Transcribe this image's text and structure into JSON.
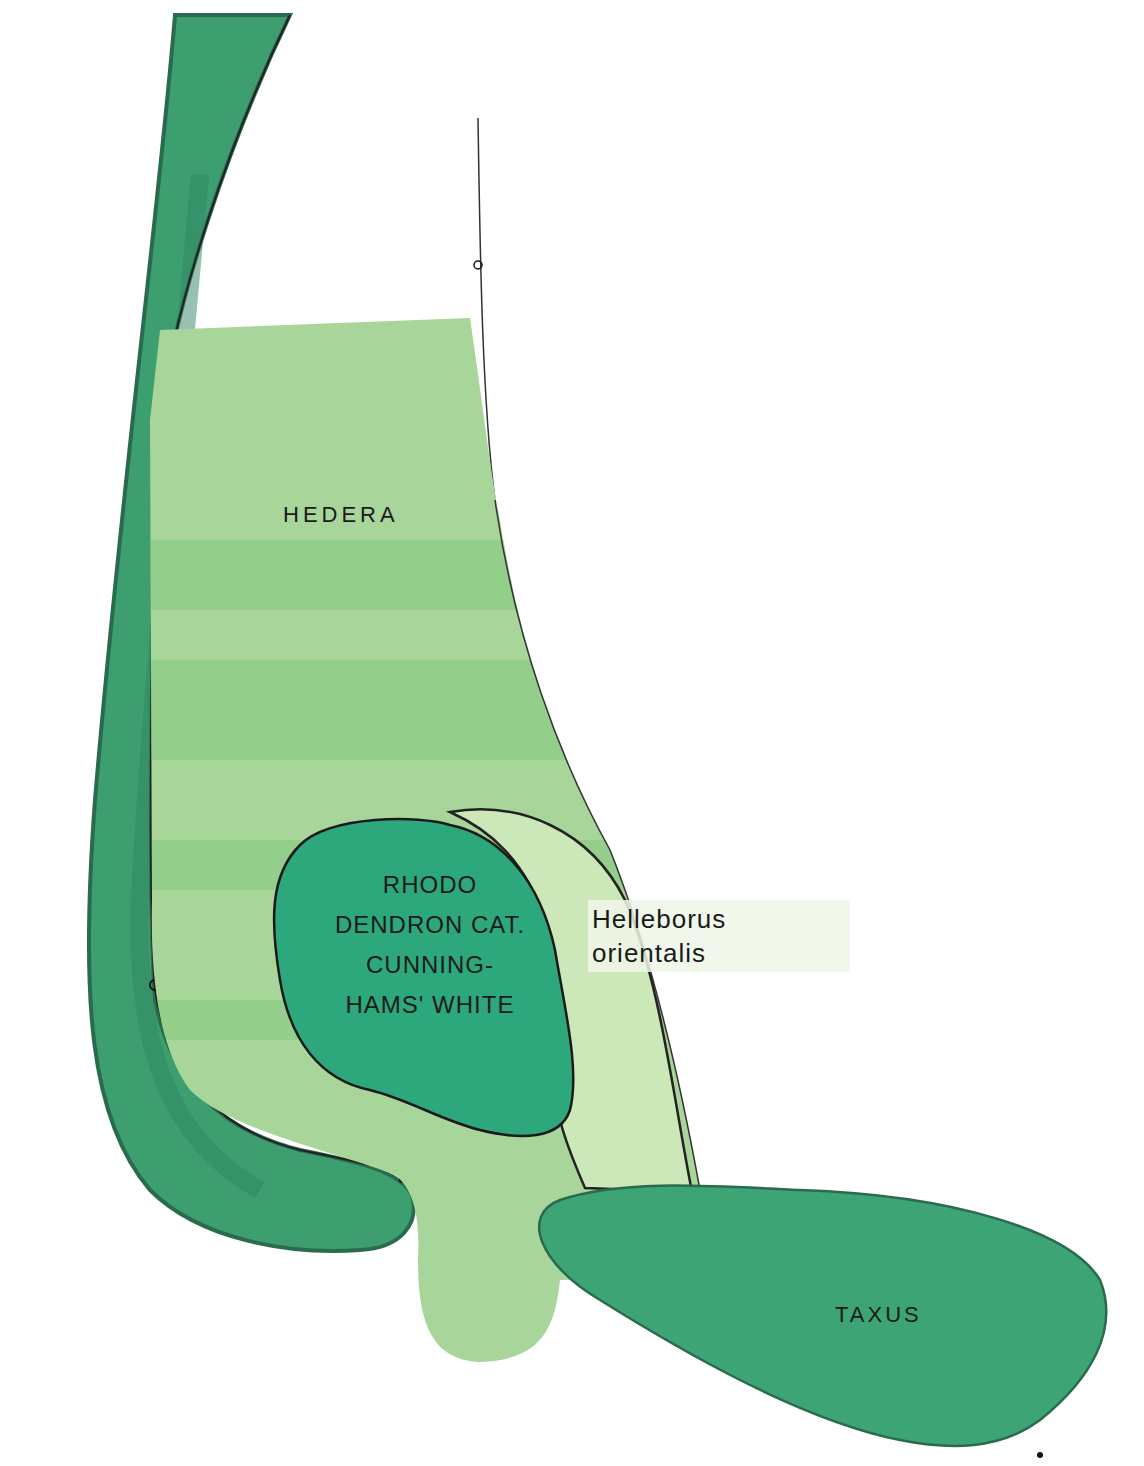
{
  "diagram": {
    "nodes": [
      {
        "text": [
          "HEDERA"
        ]
      },
      {
        "text": [
          "RHODO DENDRON CAT. CUNNING- HAMS' WHITE"
        ],
        "in": 0
      },
      {
        "text": [
          "Helleborus orientalis"
        ],
        "in": 0
      },
      {
        "text": [
          "TAXUS"
        ]
      }
    ]
  }
}
